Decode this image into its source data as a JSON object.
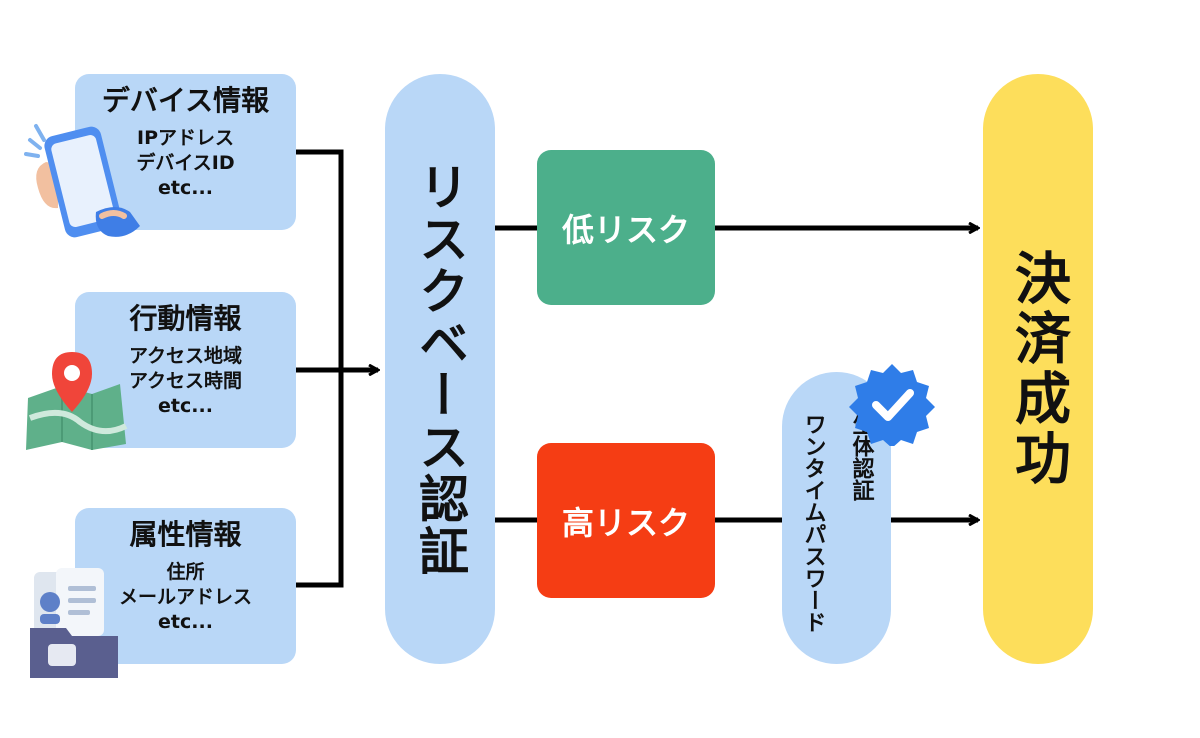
{
  "inputs": [
    {
      "title": "デバイス情報",
      "lines": [
        "IPアドレス",
        "デバイスID",
        "etc..."
      ],
      "icon": "smartphone-hand-icon"
    },
    {
      "title": "行動情報",
      "lines": [
        "アクセス地域",
        "アクセス時間",
        "etc..."
      ],
      "icon": "map-pin-icon"
    },
    {
      "title": "属性情報",
      "lines": [
        "住所",
        "メールアドレス",
        "etc..."
      ],
      "icon": "id-folder-icon"
    }
  ],
  "center": {
    "label": "リスクベース認証"
  },
  "low_risk": {
    "label": "低リスク",
    "color": "#4caf8b"
  },
  "high_risk": {
    "label": "高リスク",
    "color": "#f53d14"
  },
  "auth": {
    "line1": "生体認証",
    "line2": "ワンタイムパスワード",
    "badge_icon": "verified-badge-icon"
  },
  "result": {
    "label": "決済成功",
    "color": "#fdde5b"
  },
  "colors": {
    "box": "#b9d7f7",
    "line": "#000000",
    "badge": "#2f7de8"
  }
}
